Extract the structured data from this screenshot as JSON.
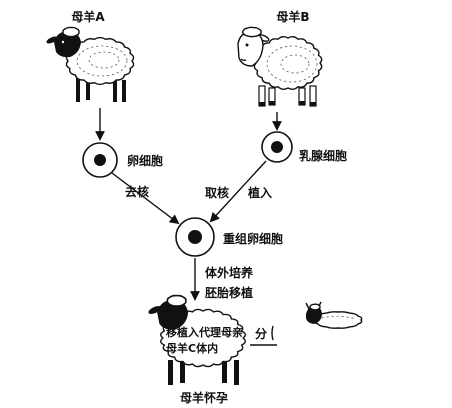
{
  "labels": {
    "sheep_a": "母羊A",
    "sheep_b": "母羊B",
    "egg_cell": "卵细胞",
    "mammary_cell": "乳腺细胞",
    "enucleate": "去核",
    "take_nucleus": "取核",
    "implant": "植入",
    "recombined_egg": "重组卵细胞",
    "in_vitro_culture": "体外培养",
    "embryo_transfer": "胚胎移植",
    "surrogate_line1": "移植入代理母亲",
    "surrogate_line2": "母羊C体内",
    "birth_partial": "分",
    "pregnant": "母羊怀孕"
  },
  "colors": {
    "ink": "#111111",
    "background": "#ffffff"
  }
}
